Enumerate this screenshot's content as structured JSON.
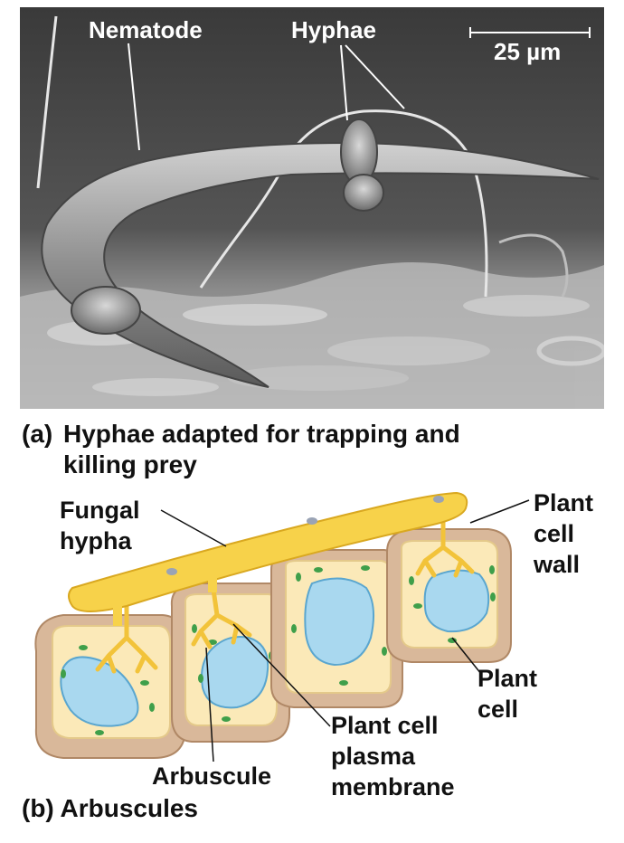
{
  "panel_a": {
    "labels": {
      "nematode": "Nematode",
      "hyphae": "Hyphae",
      "scale": "25 µm"
    },
    "caption_tag": "(a)",
    "caption_line1": "Hyphae adapted for trapping and",
    "caption_line2": "killing prey"
  },
  "panel_b": {
    "labels": {
      "fungal_hypha_1": "Fungal",
      "fungal_hypha_2": "hypha",
      "cell_wall_1": "Plant",
      "cell_wall_2": "cell",
      "cell_wall_3": "wall",
      "plant_cell_1": "Plant",
      "plant_cell_2": "cell",
      "membrane_1": "Plant cell",
      "membrane_2": "plasma",
      "membrane_3": "membrane",
      "arbuscule": "Arbuscule"
    },
    "caption": "(b) Arbuscules"
  },
  "colors": {
    "cell_wall": "#d9b89a",
    "cell_wall_edge": "#b08866",
    "cytoplasm": "#fbe9b8",
    "vacuole": "#a9d8ef",
    "vacuole_edge": "#5aa6cf",
    "chloroplast": "#3f9f4a",
    "hypha": "#f7d24a",
    "hypha_edge": "#d9a820",
    "nucleus": "#9aa3b5"
  }
}
